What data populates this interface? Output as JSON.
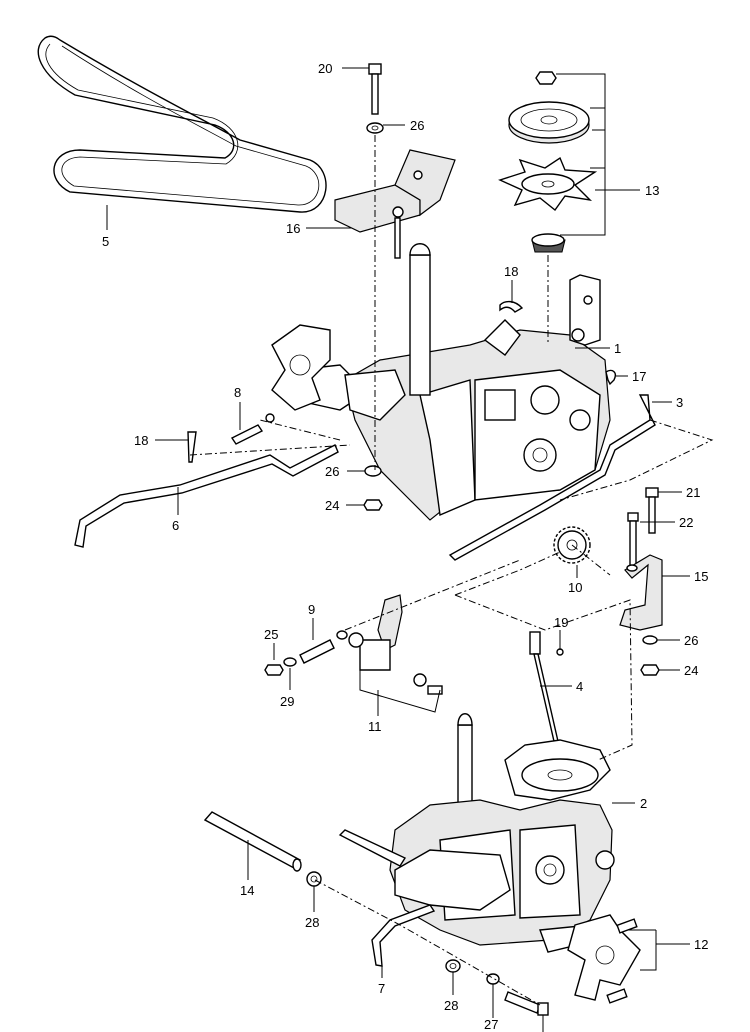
{
  "callouts": {
    "c1": "1",
    "c2": "2",
    "c3": "3",
    "c4": "4",
    "c5": "5",
    "c6": "6",
    "c7": "7",
    "c8": "8",
    "c9": "9",
    "c10": "10",
    "c11": "11",
    "c12": "12",
    "c13": "13",
    "c14": "14",
    "c15": "15",
    "c16": "16",
    "c17": "17",
    "c18a": "18",
    "c18b": "18",
    "c19": "19",
    "c20": "20",
    "c21": "21",
    "c22": "22",
    "c24a": "24",
    "c24b": "24",
    "c25": "25",
    "c26a": "26",
    "c26b": "26",
    "c26c": "26",
    "c27": "27",
    "c28a": "28",
    "c28b": "28",
    "c29": "29"
  }
}
